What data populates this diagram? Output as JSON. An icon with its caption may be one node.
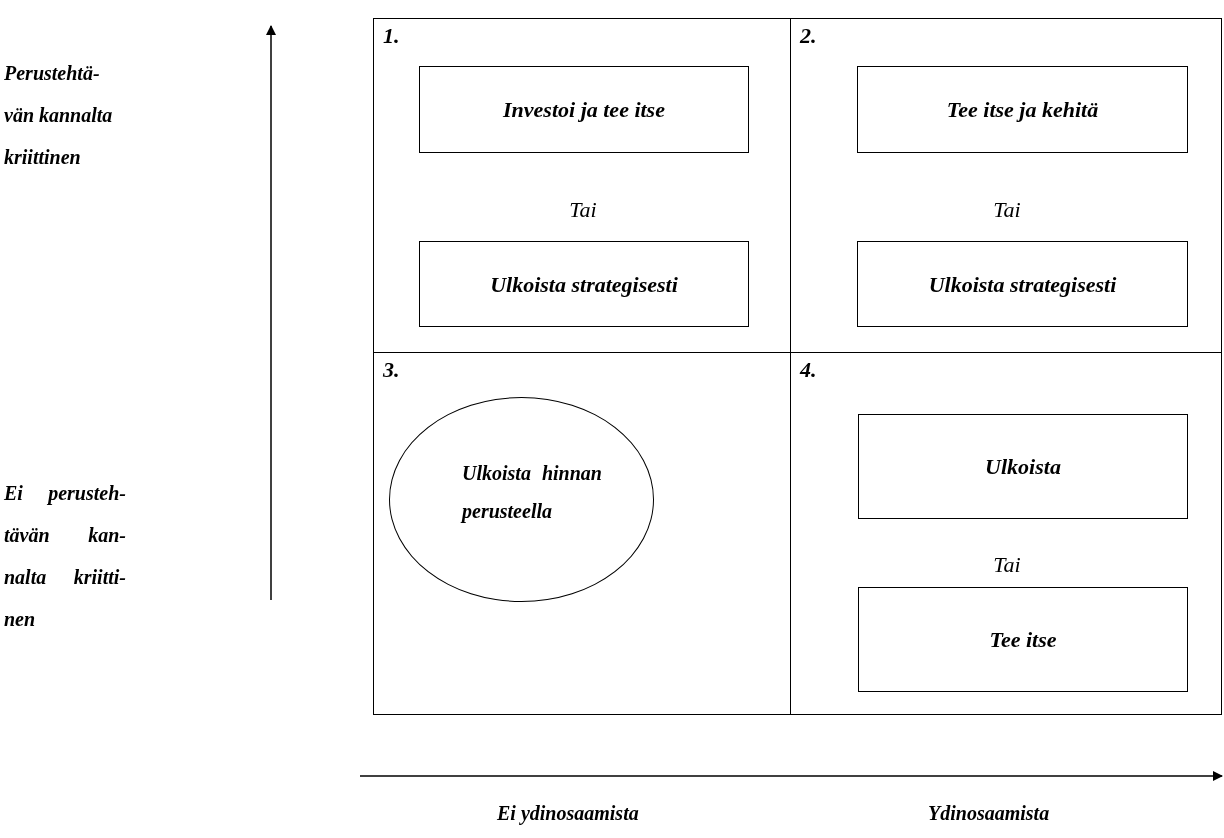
{
  "diagram": {
    "nodes": [
      {
        "text": [
          "1.",
          "Tai"
        ]
      },
      {
        "text": [
          "Investoi ja tee itse"
        ],
        "in": 0
      },
      {
        "text": [
          "Ulkoista strategisesti"
        ],
        "in": 0
      },
      {
        "text": [
          "2.",
          "Tai"
        ]
      },
      {
        "text": [
          "Tee itse ja kehitä"
        ],
        "in": 3
      },
      {
        "text": [
          "Ulkoista strategisesti"
        ],
        "in": 3
      },
      {
        "text": [
          "3."
        ]
      },
      {
        "text": [
          "Ulkoista hinnan perusteella"
        ],
        "in": 6
      },
      {
        "text": [
          "4.",
          "Tai"
        ]
      },
      {
        "text": [
          "Ulkoista"
        ],
        "in": 8
      },
      {
        "text": [
          "Tee itse"
        ],
        "in": 8
      }
    ],
    "edges": [],
    "labels": [
      "Perustehtä- vän kannalta kriittinen",
      "Ei perusteh- tävän kan- nalta kriitti- nen",
      "Ei ydinosaamista",
      "Ydinosaamista"
    ]
  }
}
